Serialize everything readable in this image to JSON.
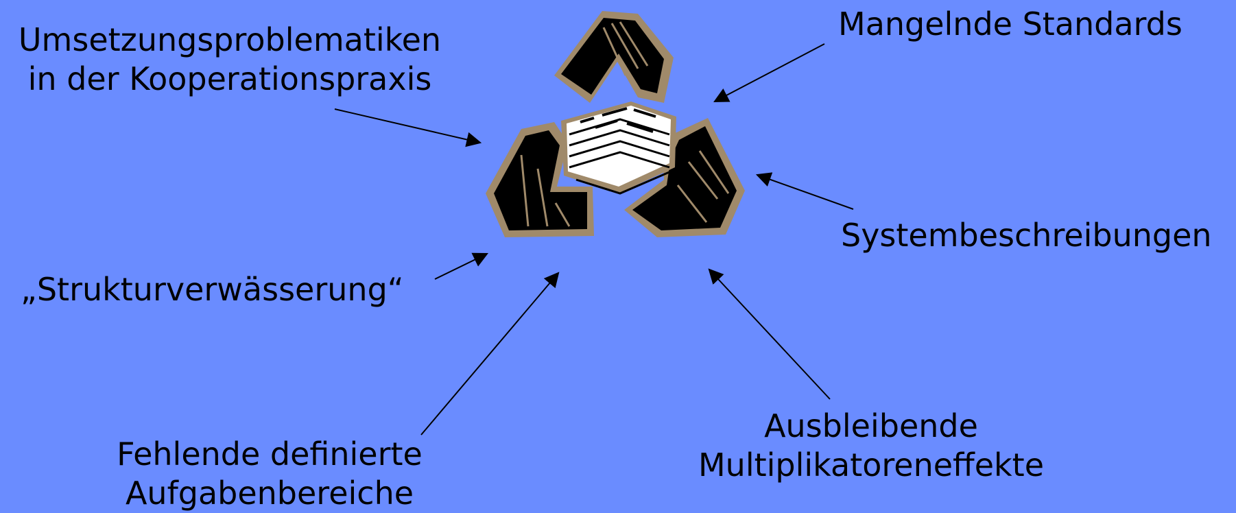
{
  "slide": {
    "background_color": "#6a8cff",
    "text_color": "#000000",
    "arrow_color": "#000000",
    "icon_color": "#000000",
    "icon_outline_color": "#a08a6a"
  },
  "labels": {
    "umsetzung": {
      "line1": "Umsetzungsproblematiken",
      "line2": "in der Kooperationspraxis"
    },
    "mangelnde": {
      "text": "Mangelnde Standards"
    },
    "system": {
      "text": "Systembeschreibungen"
    },
    "struktur": {
      "text": "„Strukturverwässerung“"
    },
    "fehlende": {
      "line1": "Fehlende definierte",
      "line2": "Aufgabenbereiche"
    },
    "ausbleibend": {
      "line1": "Ausbleibende",
      "line2": "Multiplikatoreneffekte"
    }
  },
  "center_icon": {
    "icon": "recycling-newspaper-icon"
  }
}
